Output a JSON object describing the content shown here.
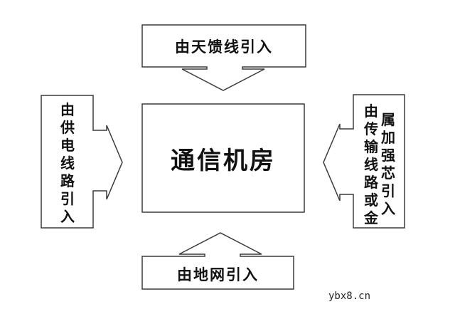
{
  "center": {
    "title": "通信机房"
  },
  "sources": {
    "top": "由天馈线引入",
    "left": "由供电线路引入",
    "right_col1": "由传输线路或金",
    "right_col2": "属加强芯引入",
    "bottom": "由地网引入"
  },
  "watermark": "ybx8.cn",
  "colors": {
    "stroke": "#3a3a3a",
    "text": "#111111",
    "background": "#ffffff"
  }
}
